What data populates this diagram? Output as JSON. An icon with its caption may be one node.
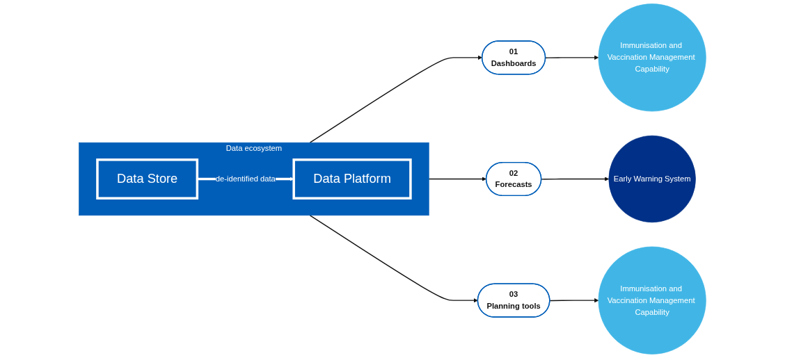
{
  "diagram": {
    "nodes": [
      {
        "text": [
          "Data ecosystem"
        ]
      },
      {
        "text": [
          "Data Store"
        ],
        "in": 0
      },
      {
        "text": [
          "Data Platform"
        ],
        "in": 0
      },
      {
        "text": [
          "01",
          "Dashboards"
        ]
      },
      {
        "text": [
          "Immunisation and Vaccination Management Capability"
        ]
      },
      {
        "text": [
          "02",
          "Forecasts"
        ]
      },
      {
        "text": [
          "Early Warning System"
        ]
      },
      {
        "text": [
          "03",
          "Planning tools"
        ]
      },
      {
        "text": [
          "Immunisation and Vaccination Management Capability"
        ]
      }
    ],
    "edges": [
      {
        "from": 1,
        "to": 2,
        "arrow": "to",
        "label": "de-identified data",
        "style": "thick",
        "color": "#ffffff"
      },
      {
        "from": 0,
        "to": 3,
        "arrow": "to"
      },
      {
        "from": 3,
        "to": 4,
        "arrow": "to"
      },
      {
        "from": 0,
        "to": 5,
        "arrow": "to"
      },
      {
        "from": 5,
        "to": 6,
        "arrow": "to"
      },
      {
        "from": 0,
        "to": 7,
        "arrow": "to"
      },
      {
        "from": 7,
        "to": 8,
        "arrow": "to"
      }
    ]
  }
}
